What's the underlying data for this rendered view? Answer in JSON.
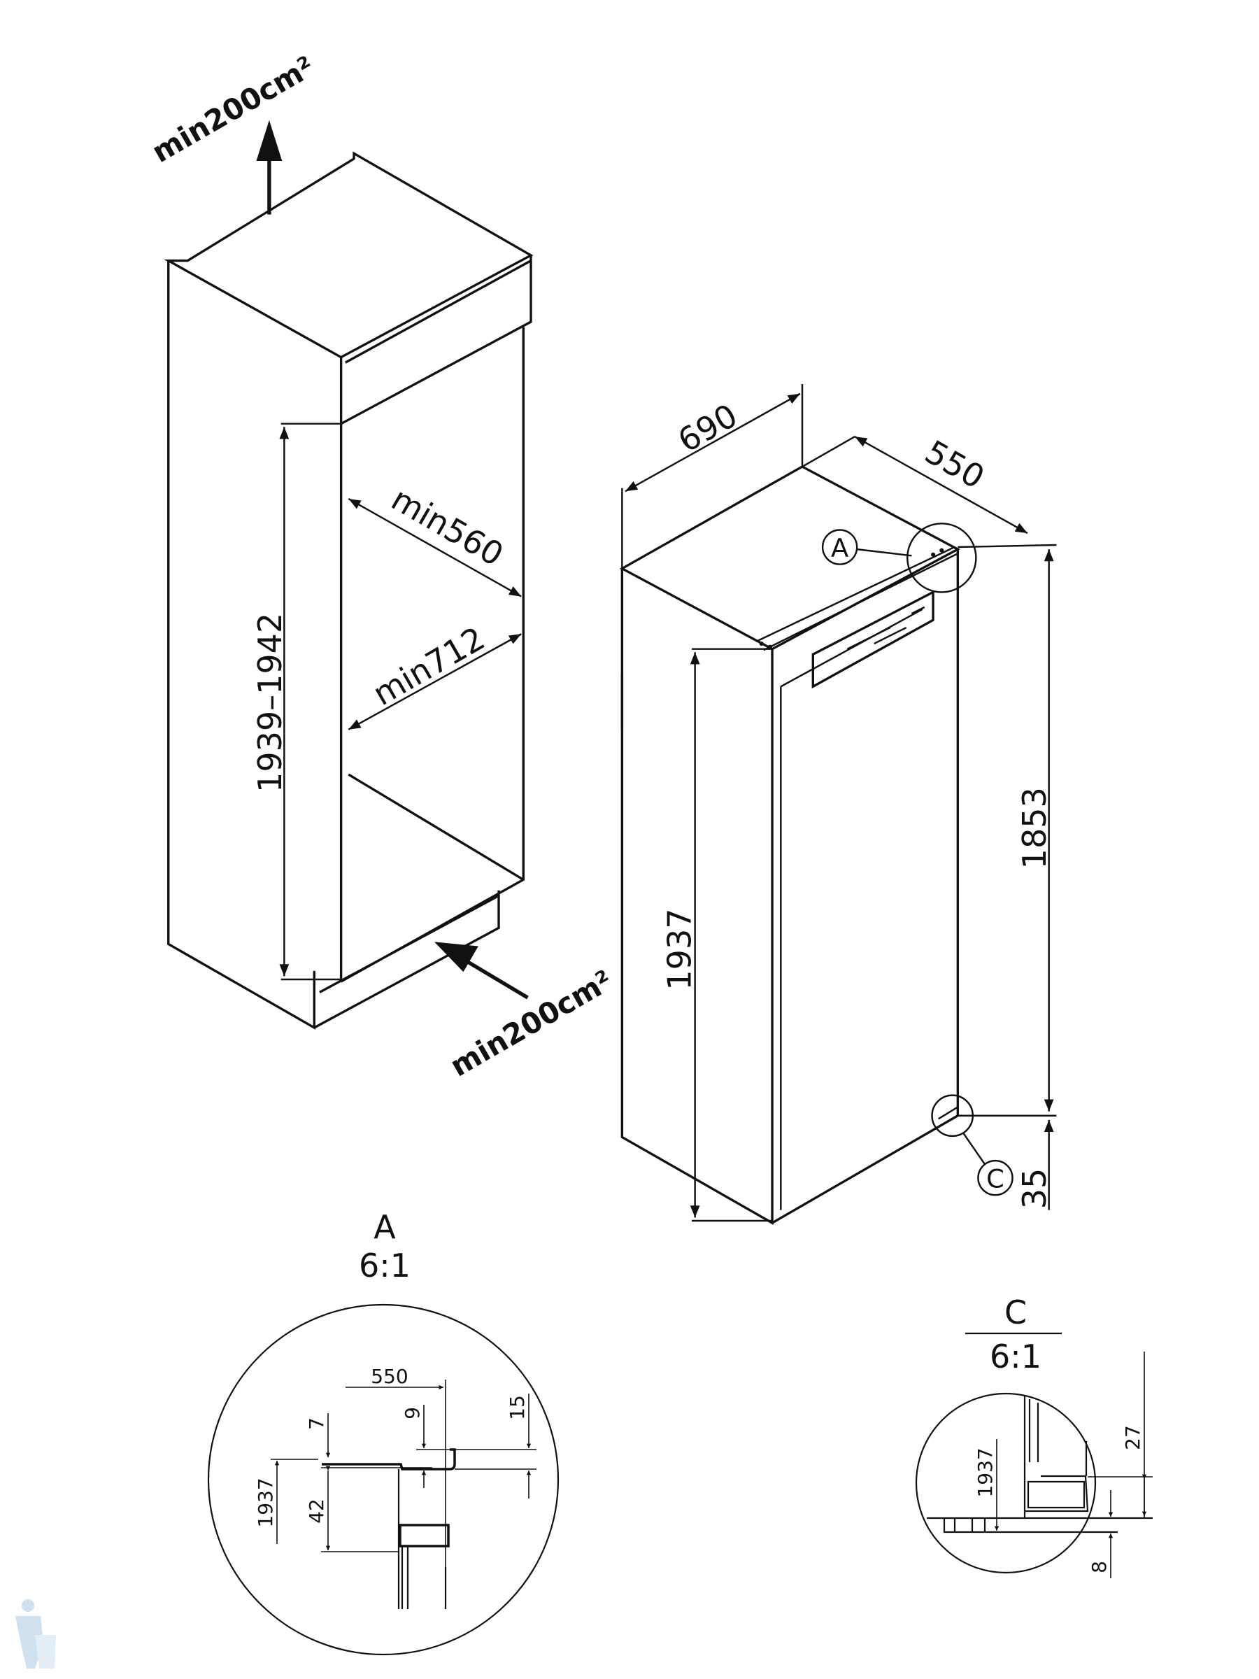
{
  "niche": {
    "ventilation_top": "min200cm²",
    "ventilation_bottom": "min200cm²",
    "height": "1939–1942",
    "depth": "min560",
    "width": "min712"
  },
  "appliance": {
    "width": "690",
    "depth": "550",
    "door_height": "1853",
    "total_height": "1937",
    "bottom_offset": "35",
    "callout_a": "A",
    "callout_c": "C"
  },
  "detail_a": {
    "label": "A",
    "scale": "6:1",
    "dims": {
      "d550": "550",
      "d7": "7",
      "d9": "9",
      "d15": "15",
      "d1937": "1937",
      "d42": "42"
    }
  },
  "detail_c": {
    "label": "C",
    "scale": "6:1",
    "dims": {
      "d1937": "1937",
      "d27": "27",
      "d8": "8"
    }
  },
  "colors": {
    "line": "#111111",
    "watermark": "#b9cde0"
  }
}
